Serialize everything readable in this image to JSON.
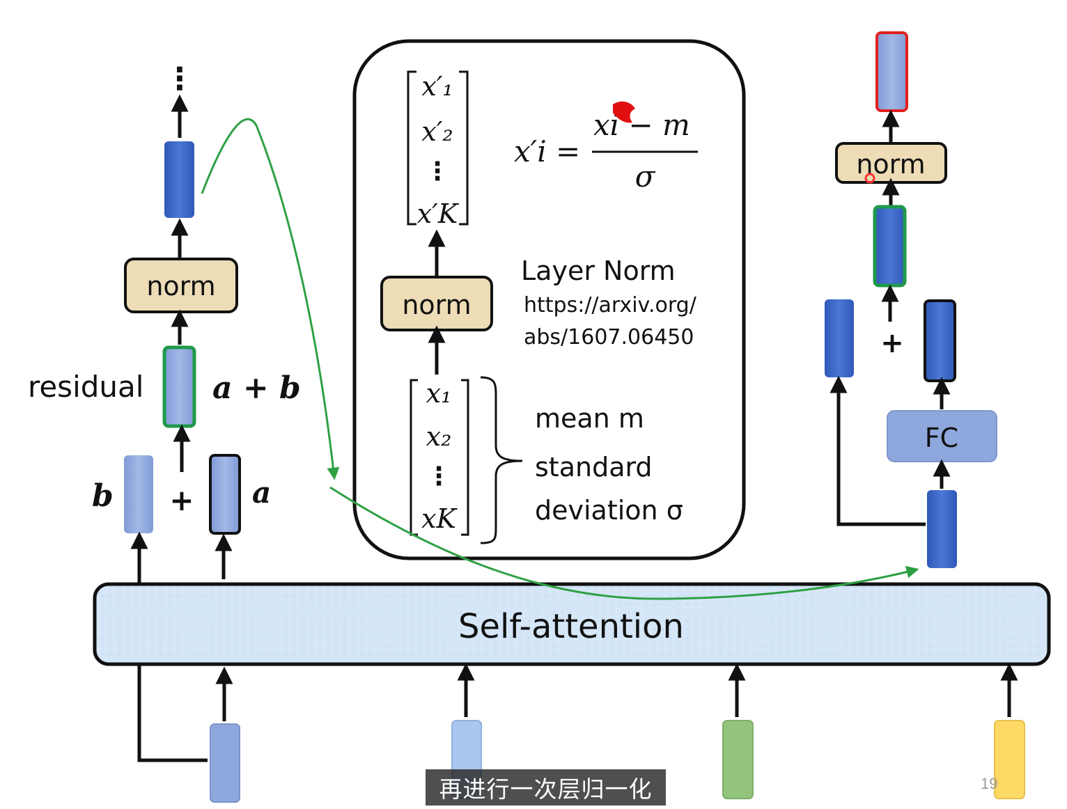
{
  "left": {
    "norm_label": "norm",
    "residual_label": "residual",
    "sum_label": "a + b",
    "b_label": "b",
    "a_label": "a",
    "plus": "+",
    "ellipsis": "⋮"
  },
  "center": {
    "out_vec": [
      "x′₁",
      "x′₂",
      "⋮",
      "x′K"
    ],
    "formula_lhs": "x′i =",
    "formula_num": "xi − m",
    "formula_den": "σ",
    "norm_label": "norm",
    "title": "Layer Norm",
    "link_line1": "https://arxiv.org/",
    "link_line2": "abs/1607.06450",
    "in_vec": [
      "x₁",
      "x₂",
      "⋮",
      "xK"
    ],
    "mean_label": "mean m",
    "std_line1": "standard",
    "std_line2": "deviation σ"
  },
  "right": {
    "norm_label": "norm",
    "fc_label": "FC",
    "plus": "+"
  },
  "self_attention_label": "Self-attention",
  "caption": "再进行一次层归一化",
  "page_number": "19",
  "colors": {
    "dark_blue": "#3a66c4",
    "light_blue": "#8ea7dd",
    "norm_fill": "#eddcb6",
    "green_arrow": "#2ea043",
    "green_border": "#1f9a4a",
    "red_border": "#e02020",
    "input_green": "#93c47d",
    "input_yellow": "#ffd966",
    "input_light": "#a9c7ee",
    "band_fill": "#d4e6f7"
  }
}
